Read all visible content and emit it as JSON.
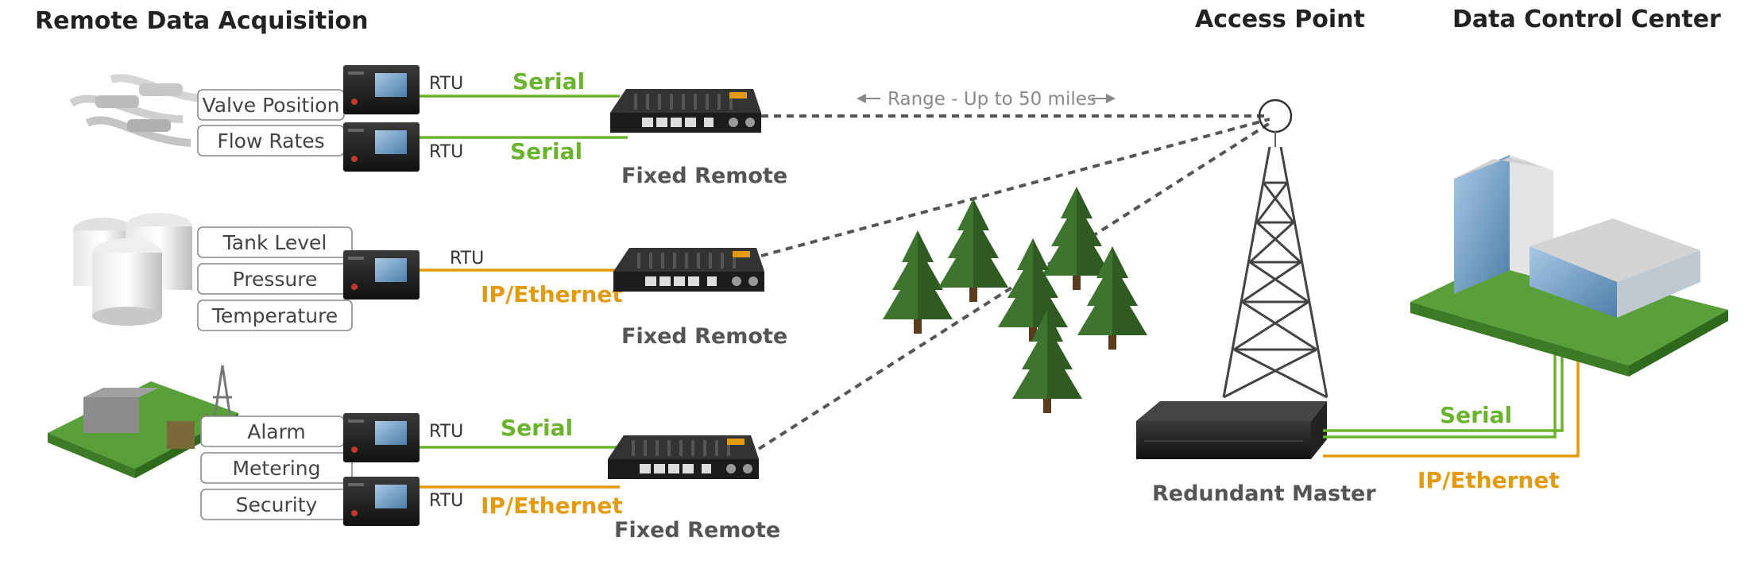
{
  "headings": {
    "remote": "Remote Data Acquisition",
    "access": "Access Point",
    "control": "Data Control Center"
  },
  "range": "Range - Up to 50 miles",
  "boxes": [
    "Valve Position",
    "Flow Rates",
    "Tank Level",
    "Pressure",
    "Temperature",
    "Alarm",
    "Metering",
    "Security"
  ],
  "rtu": "RTU",
  "links": {
    "serial": "Serial",
    "ip": "IP/Ethernet"
  },
  "devices": {
    "fixed_remote": "Fixed Remote",
    "master": "Redundant  Master"
  },
  "colors": {
    "serial": "#6ab42d",
    "ip": "#e39a0e",
    "radio": "#555555"
  }
}
